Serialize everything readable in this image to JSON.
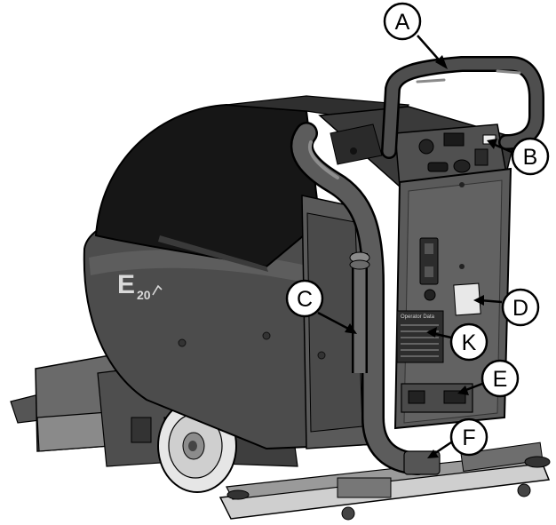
{
  "colors": {
    "body_dark": "#2b2b2b",
    "body_mid": "#4a4a4a",
    "body_light": "#7a7a7a",
    "hood": "#151515",
    "panel": "#5b5b5b",
    "wheel": "#e4e4e4",
    "outline": "#000000",
    "callout_fill": "#ffffff"
  },
  "logo": {
    "brand": "E",
    "model": "20"
  },
  "plate": {
    "title": "Operator Data",
    "lines": [
      "—",
      "—",
      "—",
      "—",
      "—",
      "—"
    ]
  },
  "callouts": [
    {
      "id": "A",
      "label": "A"
    },
    {
      "id": "B",
      "label": "B"
    },
    {
      "id": "C",
      "label": "C"
    },
    {
      "id": "D",
      "label": "D"
    },
    {
      "id": "K",
      "label": "K"
    },
    {
      "id": "E",
      "label": "E"
    },
    {
      "id": "F",
      "label": "F"
    }
  ]
}
